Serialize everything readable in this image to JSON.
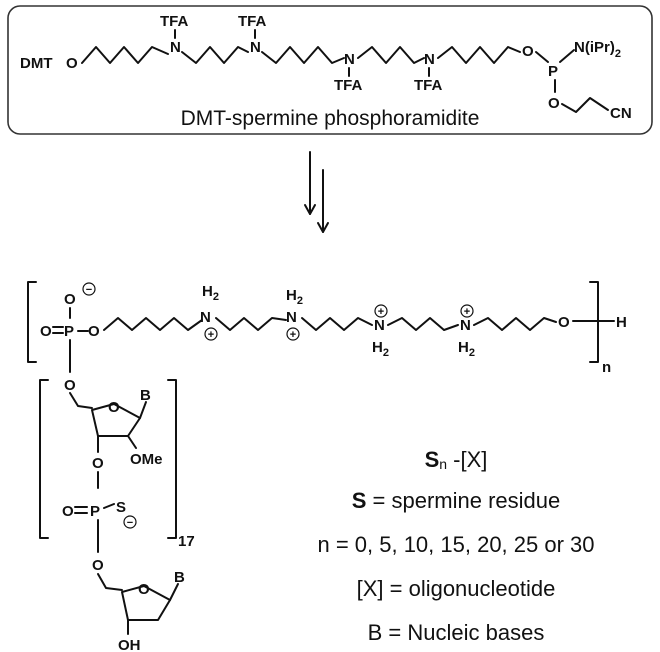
{
  "reagent": {
    "title": "DMT-spermine phosphoramidite",
    "dmt": "DMT",
    "o_left": "O",
    "tfa": "TFA",
    "n": "N",
    "o_right": "O",
    "p": "P",
    "amine": "N(iPr)",
    "amine_sub": "2",
    "o_cyano": "O",
    "cn": "CN"
  },
  "product": {
    "o": "O",
    "p": "P",
    "n": "N",
    "h": "H",
    "h2": "H",
    "h2_sub": "2",
    "repeat_n": "n",
    "repeat_17": "17",
    "base": "B",
    "ome": "OMe",
    "s": "S",
    "oh": "OH",
    "minus": "−",
    "plus": "+"
  },
  "legend": {
    "title_s": "S",
    "title_sub": "n",
    "title_rest": " -[X]",
    "s_bold": "S",
    "s_def": " = spermine residue",
    "n_def": "n = 0, 5, 10, 15, 20, 25 or 30",
    "x_def": "[X]  = oligonucleotide",
    "b_def": "B = Nucleic bases"
  },
  "colors": {
    "frame": "#333333",
    "ink": "#111111"
  }
}
